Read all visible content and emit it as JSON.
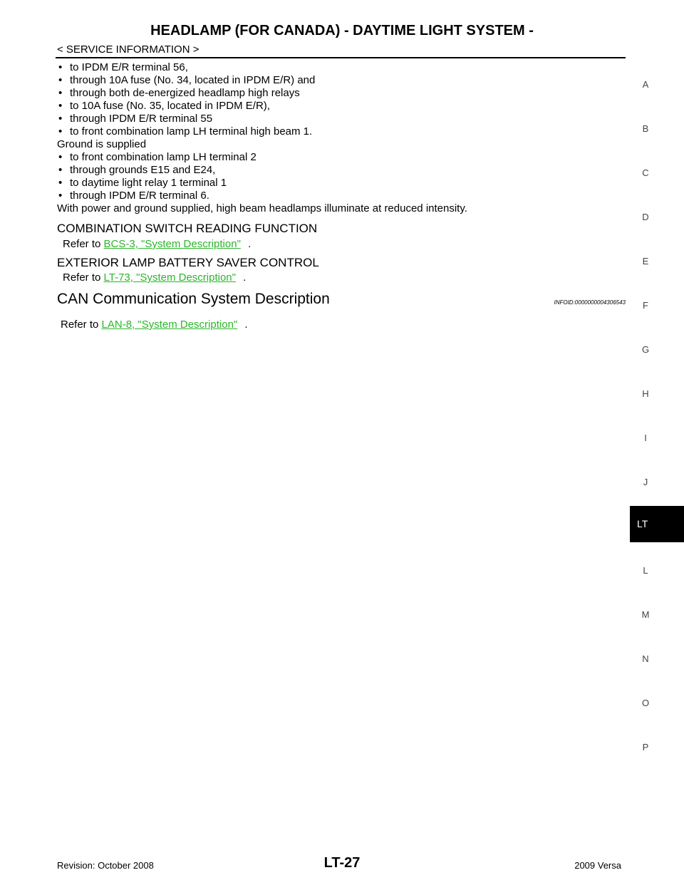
{
  "header": {
    "title": "HEADLAMP (FOR CANADA) - DAYTIME LIGHT SYSTEM -",
    "breadcrumb": "< SERVICE INFORMATION >"
  },
  "body_lines": [
    {
      "bullet": true,
      "text": "to IPDM E/R terminal 56,"
    },
    {
      "bullet": true,
      "text": "through 10A fuse (No. 34, located in IPDM E/R) and"
    },
    {
      "bullet": true,
      "text": "through both de-energized headlamp high relays"
    },
    {
      "bullet": true,
      "text": "to 10A fuse (No. 35, located in IPDM E/R),"
    },
    {
      "bullet": true,
      "text": "through IPDM E/R terminal 55"
    },
    {
      "bullet": true,
      "text": "to front combination lamp LH terminal high beam 1."
    },
    {
      "bullet": false,
      "text": "Ground is supplied"
    },
    {
      "bullet": true,
      "text": "to front combination lamp LH terminal 2"
    },
    {
      "bullet": true,
      "text": "through grounds E15 and E24,"
    },
    {
      "bullet": true,
      "text": "to daytime light relay 1 terminal 1"
    },
    {
      "bullet": true,
      "text": "through IPDM E/R terminal 6."
    },
    {
      "bullet": false,
      "text": "With power and ground supplied, high beam headlamps illuminate at reduced intensity."
    }
  ],
  "bullet_char": "•",
  "sections": {
    "combination_switch": {
      "heading": "COMBINATION SWITCH READING FUNCTION",
      "refer_prefix": "Refer to",
      "link": "BCS-3, \"System Description\"",
      "suffix": "."
    },
    "battery_saver": {
      "heading": "EXTERIOR LAMP BATTERY SAVER CONTROL",
      "refer_prefix": "Refer to",
      "link": "LT-73, \"System Description\"",
      "suffix": "."
    },
    "can": {
      "heading": "CAN Communication System Description",
      "info_id": "INFOID:0000000004306543",
      "refer_prefix": "Refer to",
      "link": "LAN-8, \"System Description\"",
      "suffix": "."
    }
  },
  "link_color": "#2bb52b",
  "side_index": {
    "letters": [
      "A",
      "B",
      "C",
      "D",
      "E",
      "F",
      "G",
      "H",
      "I",
      "J",
      "L",
      "M",
      "N",
      "O",
      "P"
    ],
    "active_tab": "LT"
  },
  "footer": {
    "revision": "Revision: October 2008",
    "page_number": "LT-27",
    "model": "2009 Versa"
  }
}
